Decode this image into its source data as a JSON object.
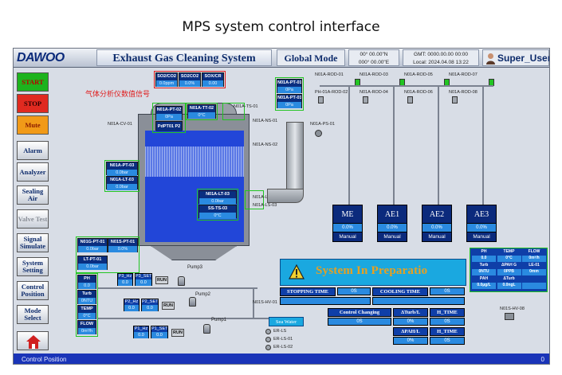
{
  "slide": {
    "title": "MPS system control interface"
  },
  "header": {
    "logo": "DAWOO",
    "title": "Exhaust Gas Cleaning System",
    "mode": "Global Mode",
    "coord_lat": "00° 00.00\"N",
    "coord_lon": "000° 00.00\"E",
    "gmt": "GMT: 0000.00.00 00:00",
    "local": "Local: 2024.04.08 13:22",
    "user": "Super_User"
  },
  "left_buttons": [
    {
      "label": "START",
      "style": "start"
    },
    {
      "label": "STOP",
      "style": "stop"
    },
    {
      "label": "Mute",
      "style": "mute"
    },
    {
      "label": "Alarm",
      "style": ""
    },
    {
      "label": "Analyzer",
      "style": ""
    },
    {
      "label": "Sealing Air",
      "style": ""
    },
    {
      "label": "Valve Test",
      "style": "disabled"
    },
    {
      "label": "Signal Simulate",
      "style": ""
    },
    {
      "label": "System Setting",
      "style": ""
    },
    {
      "label": "Control Position",
      "style": ""
    },
    {
      "label": "Mode Select",
      "style": ""
    }
  ],
  "gas_analyzer": {
    "note": "气体分析仪数值信号",
    "headers": [
      "SO2/CO2",
      "SO2CO2",
      "SOX/CR"
    ],
    "values": [
      "0.0ppm",
      "0.0%",
      "0.00"
    ]
  },
  "tags": {
    "pt01": "N01A-PT-01",
    "pt01b": "N01A-PT-01",
    "pt02": "N01A-PT-02",
    "tt02": "N01A-TT-02",
    "ts01": "N01A-TS-01",
    "cv01": "N01A-CV-01",
    "ns01": "N01A-NS-01",
    "ns02": "N01A-NS-02",
    "ps01": "N01A-PS-01",
    "pt03": "N01A-PT-03",
    "lt03": "N01A-LT-03",
    "ss": "SS-TS-03",
    "ls02": "N01A-LS-02",
    "ls03": "N01A-LS-03",
    "rod01": "N01A-ROD-01",
    "rod02": "PH-01A-ROD-02",
    "rod03": "N01A-ROD-03",
    "rod04": "N01A-ROD-04",
    "rod05": "N01A-ROD-05",
    "rod06": "N01A-ROD-06",
    "rod07": "N01A-ROD-07",
    "rod08": "N01A-ROD-08",
    "hv08": "N01S-HV-08",
    "ir01": "N01S-HV-01",
    "ls_a": "ER-LS",
    "ls_b": "ER-LS-01",
    "ls_c": "ER-LS-02"
  },
  "tag_values": {
    "pt01": "0Pa",
    "pt01b": "0Pa",
    "pt02": "0Pa",
    "tt02": "0°C",
    "mid": "PdPT01 P2",
    "pt03": "0.0bar",
    "lt03": "0.0bar",
    "lt_small": "0.0bar",
    "ss": "0°C"
  },
  "pumps": {
    "p1": "Pump1",
    "p2": "Pump2",
    "p3": "Pump3",
    "r": "RUN",
    "h_p1": "P1_Hz",
    "h_p1s": "P1_SET",
    "h_p2": "P2_Hz",
    "h_p2s": "P2_SET",
    "h_p3": "P3_Hz",
    "h_p3s": "P3_SET",
    "v": "0.0",
    "sea": "Sea Water"
  },
  "left_panel": {
    "boxes": [
      {
        "t": "N01G-PT-01",
        "v": "0.0bar"
      },
      {
        "t": "N01S-PT-01",
        "v": "0.0%"
      },
      {
        "t": "LT-PT-01",
        "v": "0.0bar"
      }
    ],
    "ph_items": [
      {
        "t": "PH",
        "v": "0.0"
      },
      {
        "t": "Turb",
        "v": "0NTU"
      },
      {
        "t": "TEMP",
        "v": "0°C"
      },
      {
        "t": "FLOW",
        "v": "0m³/h"
      }
    ]
  },
  "engines": [
    {
      "name": "ME",
      "pct": "0.0%",
      "mode": "Manual"
    },
    {
      "name": "AE1",
      "pct": "0.0%",
      "mode": "Manual"
    },
    {
      "name": "AE2",
      "pct": "0.0%",
      "mode": "Manual"
    },
    {
      "name": "AE3",
      "pct": "0.0%",
      "mode": "Manual"
    }
  ],
  "system": {
    "title": "System In Preparatio",
    "stopping_time": "STOPPING TIME",
    "stopping_unit": "0S",
    "cooling_time": "COOLING TIME",
    "cooling_unit": "0S",
    "control_changing": "Control Changing",
    "turb": "ΔTurb/L",
    "h_time": "H_TIME",
    "ph_l": "ΔPAH/L",
    "h_time2": "H_TIME",
    "val_0s": "0S",
    "val_0pct": "0%",
    "val_0s2": "0S"
  },
  "param_table": {
    "headers": [
      "PH",
      "TEMP",
      "FLOW"
    ],
    "row1": [
      "0.0",
      "0°C",
      "0m³/h"
    ],
    "headers2": [
      "Turb",
      "ΔPAH G",
      "LE-01"
    ],
    "row2": [
      "0NTU",
      "0PPB",
      "0mm"
    ],
    "headers3": [
      "PAH",
      "ΔTurb",
      ""
    ],
    "row3": [
      "0.0µg/L",
      "0.0ngL",
      ""
    ]
  },
  "status_bar": {
    "left": "Control Position",
    "right": "0"
  }
}
